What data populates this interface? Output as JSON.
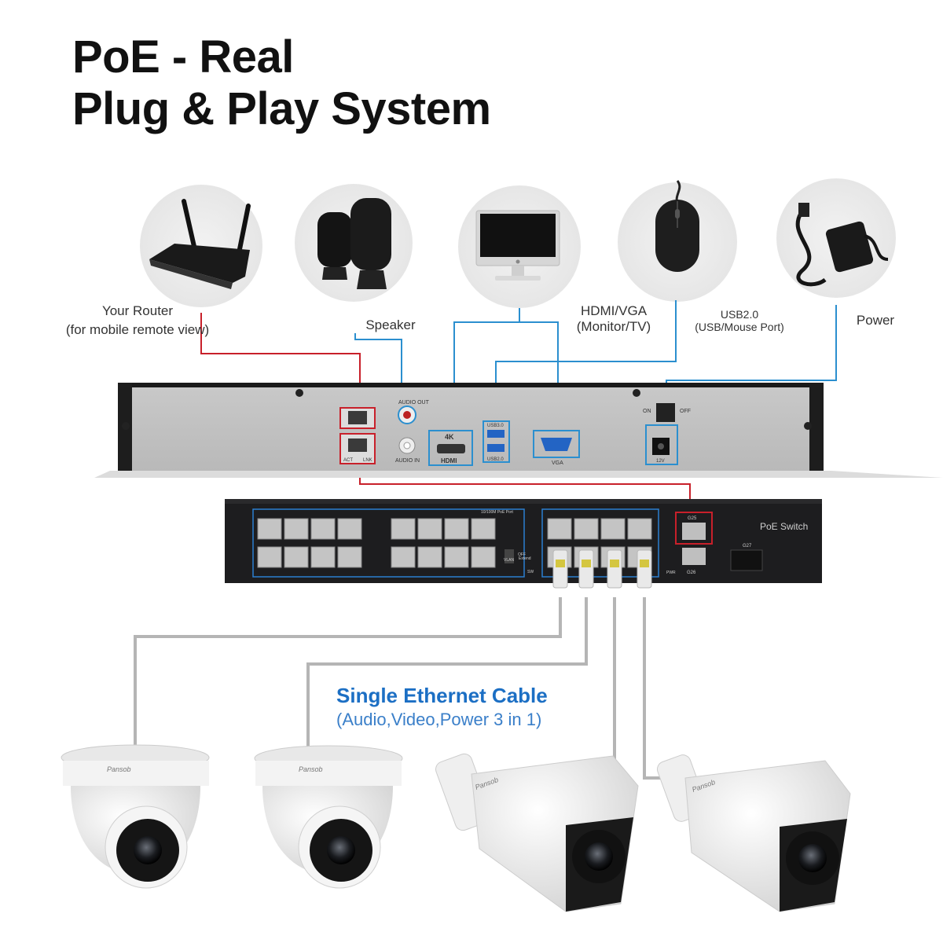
{
  "title": {
    "line1": "PoE - Real",
    "line2": "Plug & Play System"
  },
  "peripherals": {
    "router": {
      "label": "Your Router",
      "sublabel": "(for mobile remote view)"
    },
    "speaker": {
      "label": "Speaker"
    },
    "monitor": {
      "label": "HDMI/VGA",
      "sublabel": "(Monitor/TV)"
    },
    "mouse": {
      "label": "USB2.0",
      "sublabel": "(USB/Mouse Port)"
    },
    "power": {
      "label": "Power"
    }
  },
  "nvr": {
    "audio_out": "AUDIO OUT",
    "audio_in": "AUDIO IN",
    "hdmi_4k": "4K",
    "hdmi": "HDMI",
    "usb3": "USB3.0",
    "usb2": "USB2.0",
    "vga": "VGA",
    "on": "ON",
    "off": "OFF",
    "dc": "12V",
    "act": "ACT",
    "lnk": "LNK"
  },
  "switch": {
    "name": "PoE Switch",
    "header": "10/100M PoE Port",
    "g25": "G25",
    "g26": "G26",
    "g27": "G27",
    "pwr": "PWR",
    "vlan": "VLAN",
    "extend": "Extend",
    "off": "OFF",
    "sw": "SW"
  },
  "tagline": {
    "line1": "Single Ethernet Cable",
    "line2": "(Audio,Video,Power 3 in 1)"
  },
  "cameras": {
    "brand": "Pansob"
  },
  "colors": {
    "red_line": "#c8202a",
    "blue_line": "#2b8fcf",
    "gray_line": "#b5b5b5",
    "title_blue": "#1c6fc4"
  }
}
